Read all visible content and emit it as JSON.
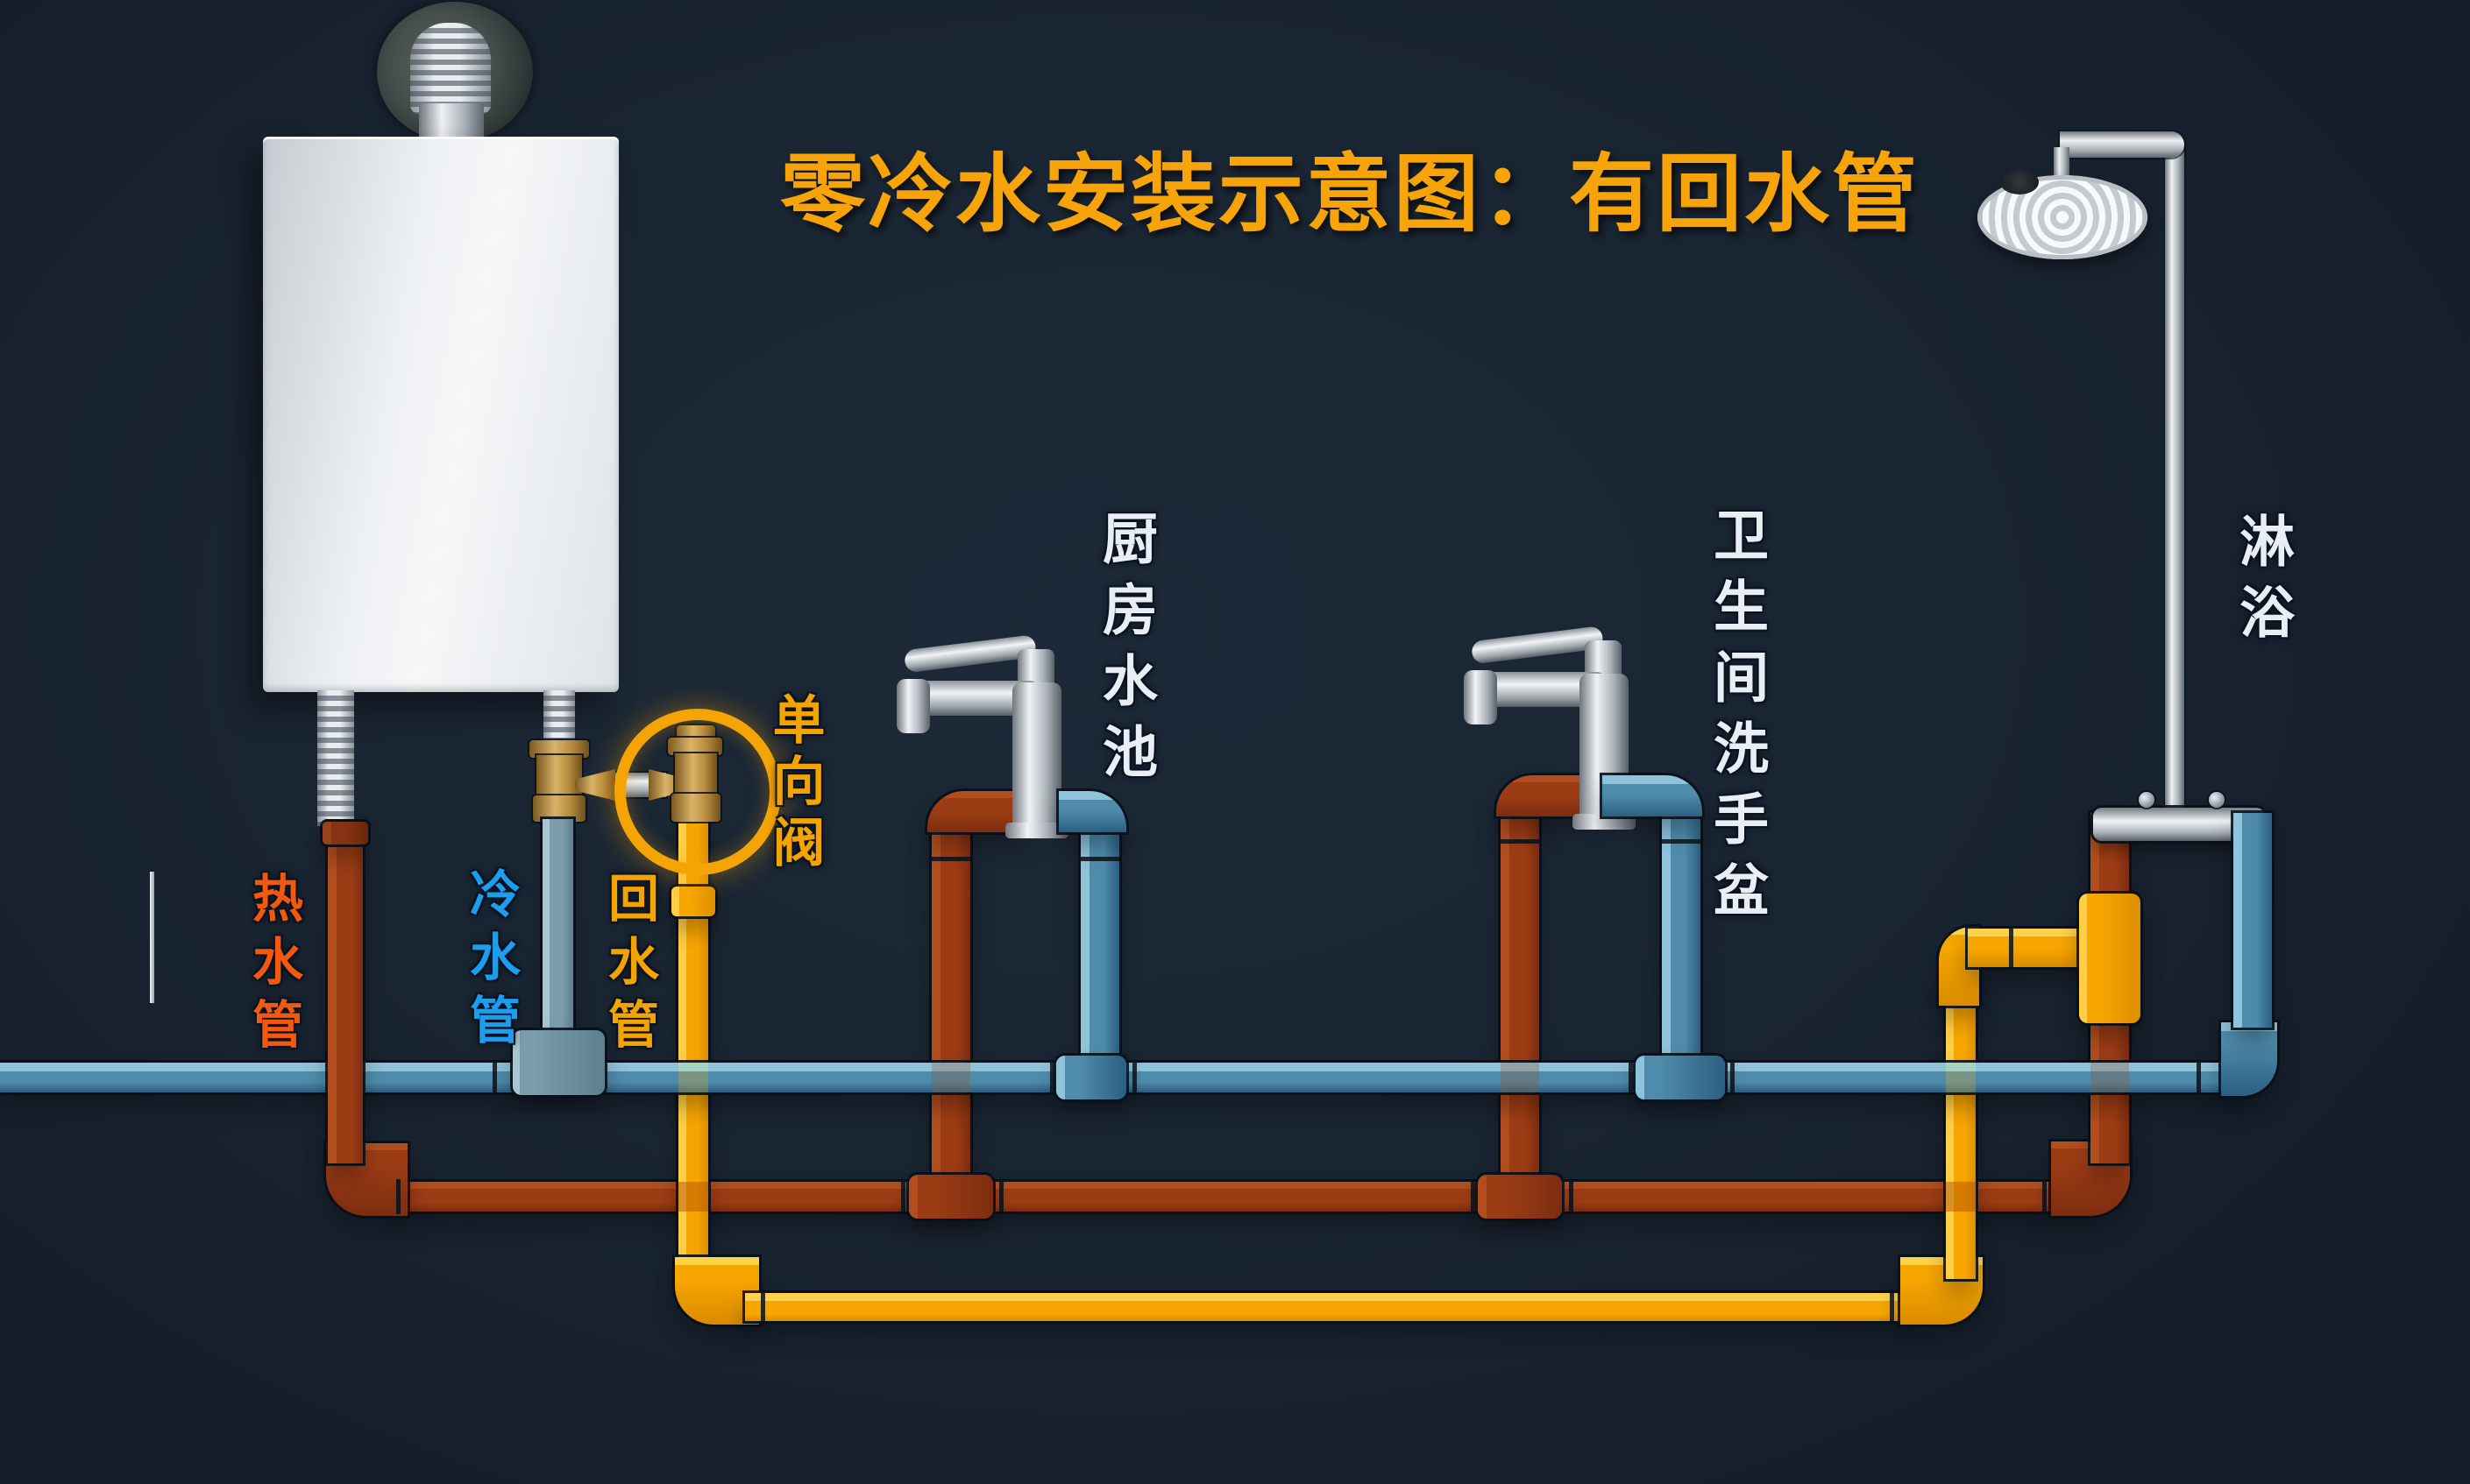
{
  "title": {
    "text": "零冷水安装示意图：有回水管",
    "color": "#f6a40a"
  },
  "legend": {
    "hot_pipe": {
      "label": "热水管",
      "label_color": "#f2590e",
      "pipe_color": "#9c3c15"
    },
    "cold_pipe": {
      "label": "冷水管",
      "label_color": "#1f9ded",
      "pipe_color": "#4f8cab"
    },
    "return_pipe": {
      "label": "回水管",
      "label_color": "#f3a302",
      "pipe_color": "#f7a600"
    }
  },
  "labels": {
    "check_valve": {
      "text": "单向阀",
      "color": "#f3a302"
    },
    "kitchen_sink": {
      "text": "厨房水池",
      "color": "#e9eef4"
    },
    "bathroom_basin": {
      "text": "卫生间洗手盆",
      "color": "#e9eef4"
    },
    "shower": {
      "text": "淋浴",
      "color": "#e9eef4"
    }
  },
  "components": {
    "water_heater": "燃气热水器",
    "check_valve": "单向阀",
    "background_color": "#1a2532",
    "highlight_ring_color": "#f4a404"
  }
}
